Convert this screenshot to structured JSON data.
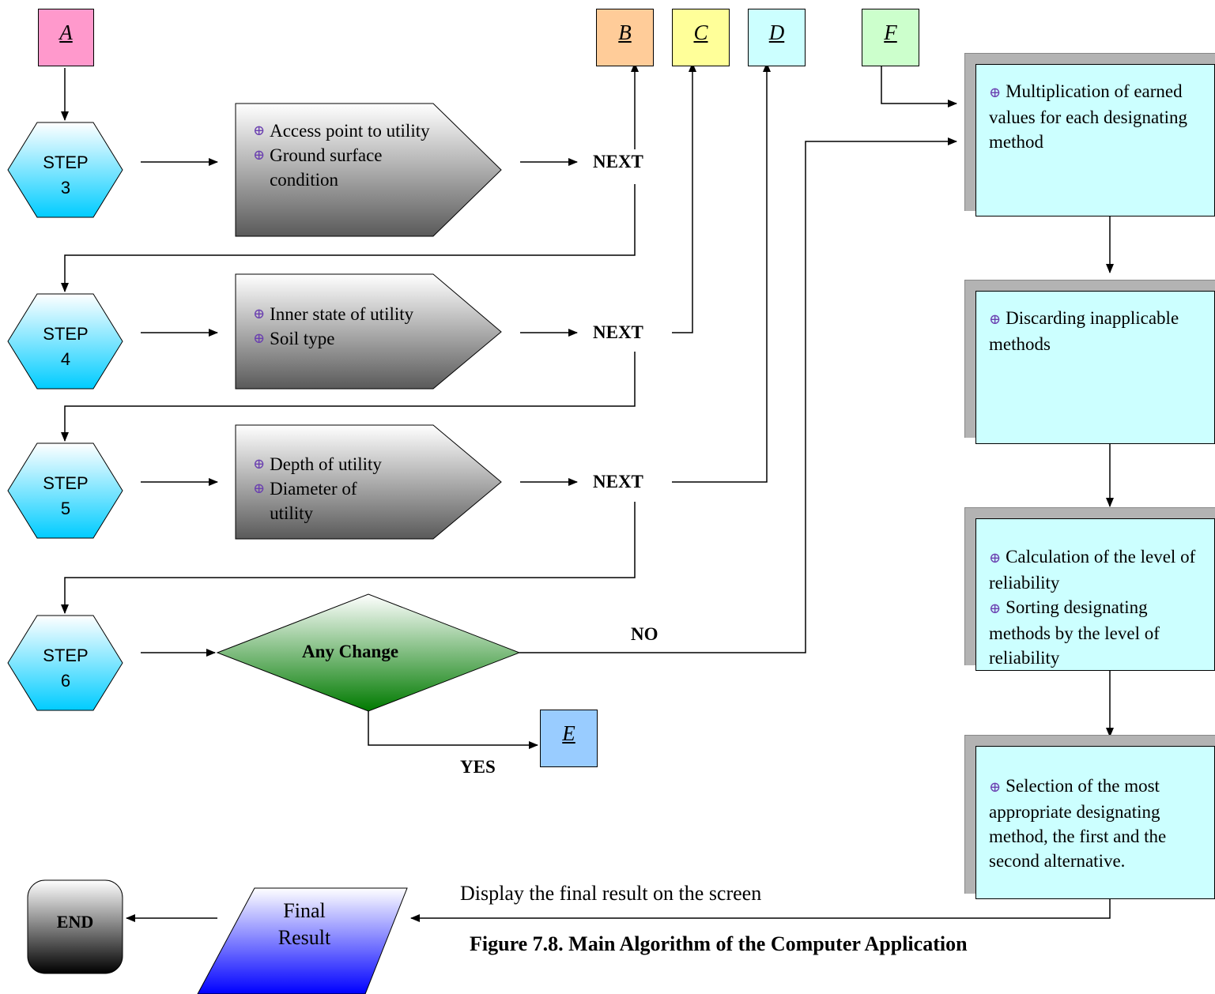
{
  "connectors": {
    "a": {
      "label": "A",
      "color": "#ff99cc"
    },
    "b": {
      "label": "B",
      "color": "#ffcc99"
    },
    "c": {
      "label": "C",
      "color": "#ffff99"
    },
    "d": {
      "label": "D",
      "color": "#ccffff"
    },
    "e": {
      "label": "E",
      "color": "#99ccff"
    },
    "f": {
      "label": "F",
      "color": "#ccffcc"
    }
  },
  "steps": [
    {
      "line1": "STEP",
      "line2": "3"
    },
    {
      "line1": "STEP",
      "line2": "4"
    },
    {
      "line1": "STEP",
      "line2": "5"
    },
    {
      "line1": "STEP",
      "line2": "6"
    }
  ],
  "inputs": [
    {
      "item1": "Access point to utility",
      "item2": "Ground surface condition"
    },
    {
      "item1": "Inner state of utility",
      "item2": "Soil type"
    },
    {
      "item1": "Depth of utility",
      "item2": "Diameter of utility"
    }
  ],
  "next_label": "NEXT",
  "decision": {
    "label": "Any Change",
    "no": "NO",
    "yes": "YES"
  },
  "process": {
    "p1": "Multiplication of earned values for each designating method",
    "p2": "Discarding inapplicable methods",
    "p3a": "Calculation of the level of reliability",
    "p3b": "Sorting designating methods by the level of reliability",
    "p4": "Selection of the most appropriate designating method, the first and the second alternative."
  },
  "display_text": "Display the final result on the screen",
  "final_result": {
    "line1": "Final",
    "line2": "Result"
  },
  "end_label": "END",
  "caption": "Figure 7.8. Main Algorithm of the Computer Application",
  "icons": {
    "bullet": "target-crosshair-icon"
  }
}
